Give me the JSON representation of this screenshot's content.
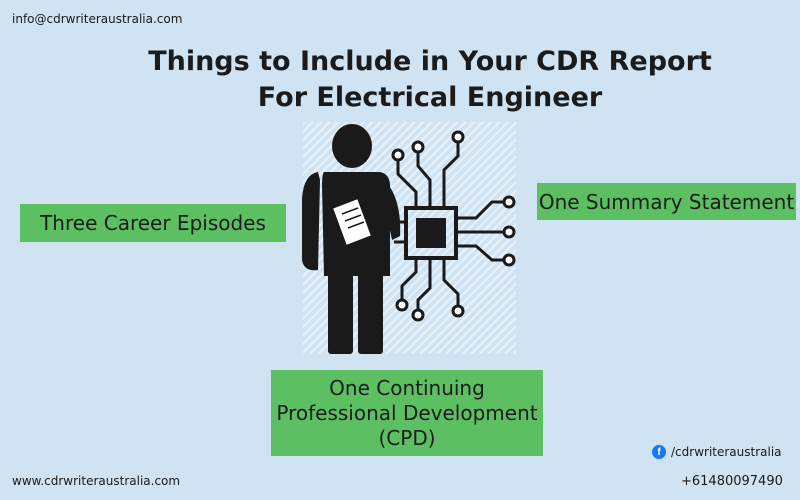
{
  "header": {
    "email": "info@cdrwriteraustralia.com",
    "title_line1": "Things to Include in Your CDR Report",
    "title_line2": "For Electrical Engineer"
  },
  "boxes": {
    "left": "Three Career Episodes",
    "right": "One Summary Statement",
    "bottom_line1": "One Continuing",
    "bottom_line2": "Professional Development",
    "bottom_line3": "(CPD)"
  },
  "footer": {
    "website": "www.cdrwriteraustralia.com",
    "social_handle": "/cdrwriteraustralia",
    "phone": "+61480097490",
    "facebook_glyph": "f"
  },
  "colors": {
    "background": "#cfe3f3",
    "box_green": "#5cbf61",
    "figure": "#1a1a1a"
  },
  "icons": {
    "figure": "engineer-with-circuit-icon",
    "social": "facebook-icon"
  }
}
